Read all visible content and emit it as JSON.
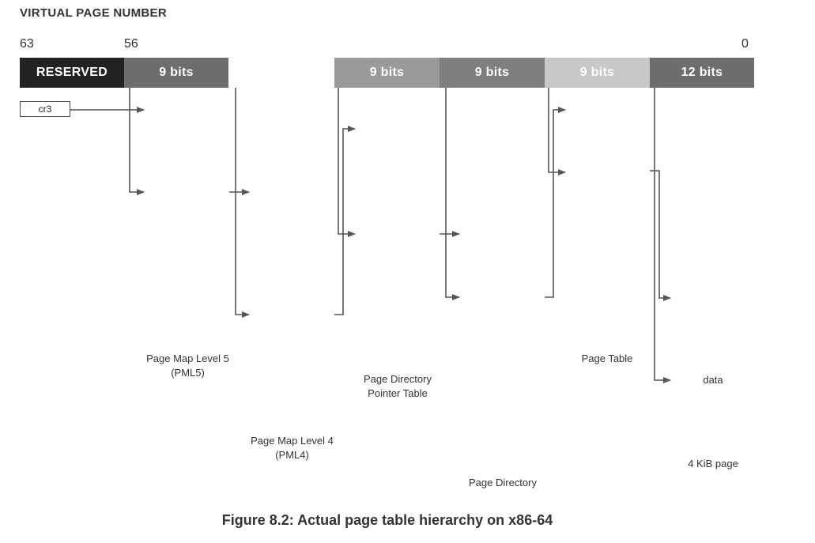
{
  "title": "VIRTUAL PAGE NUMBER",
  "bit_numbers": {
    "high": "63",
    "mid": "56",
    "low": "0"
  },
  "segments": [
    {
      "label": "RESERVED",
      "color": "#222222"
    },
    {
      "label": "9 bits",
      "color": "#6d6d6d"
    },
    {
      "label": "",
      "color": "#ffffff"
    },
    {
      "label": "9 bits",
      "color": "#9a9a9a"
    },
    {
      "label": "9 bits",
      "color": "#7f7f7f"
    },
    {
      "label": "9 bits",
      "color": "#c8c8c8"
    },
    {
      "label": "12 bits",
      "color": "#6d6d6d"
    }
  ],
  "cr3_label": "cr3",
  "labels": {
    "pml5": [
      "Page Map Level 5",
      "(PML5)"
    ],
    "pml4": [
      "Page Map Level 4",
      "(PML4)"
    ],
    "pdpt": [
      "Page Directory",
      "Pointer Table"
    ],
    "pd": "Page Directory",
    "pt": "Page Table",
    "data": "data",
    "page": "4 KiB page"
  },
  "caption": "Figure 8.2: Actual page table hierarchy on x86-64"
}
